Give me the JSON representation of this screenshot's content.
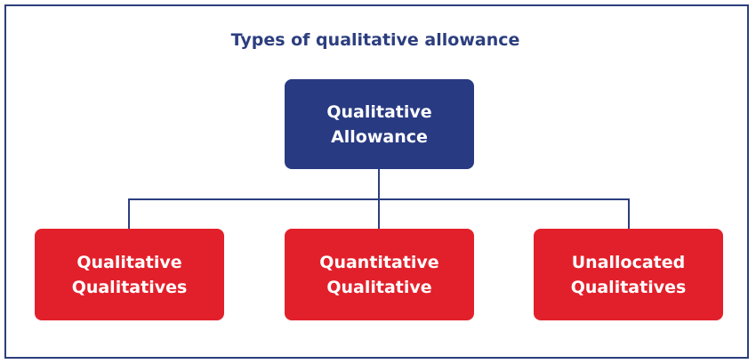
{
  "diagram": {
    "title": "Types of qualitative allowance",
    "root": {
      "label": "Qualitative\nAllowance"
    },
    "children": [
      {
        "label": "Qualitative\nQualitatives"
      },
      {
        "label": "Quantitative\nQualitative"
      },
      {
        "label": "Unallocated\nQualitatives"
      }
    ]
  },
  "colors": {
    "navy": "#283a82",
    "red": "#e2202b",
    "connector": "#2c3e7e"
  }
}
